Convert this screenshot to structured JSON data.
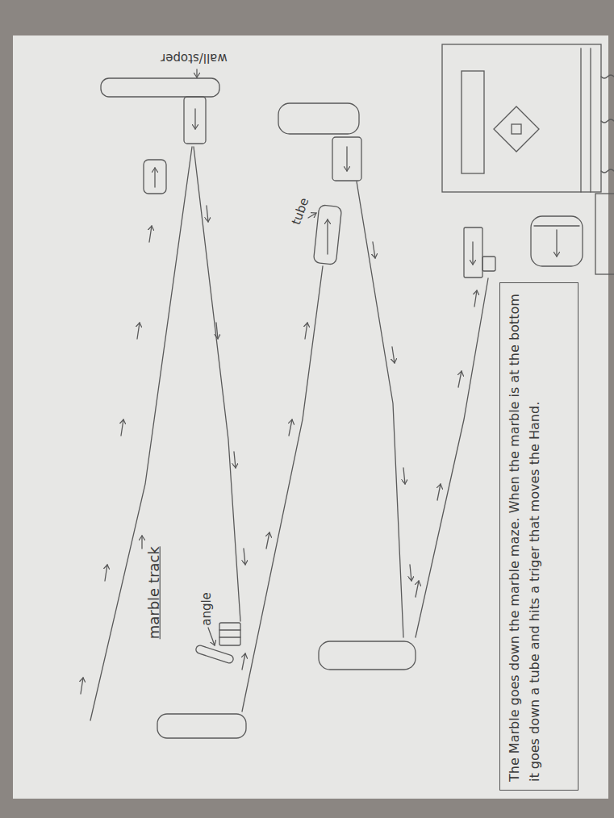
{
  "diagram": {
    "title": "marble track",
    "caption": "The Marble goes down the marble maze. When the marble is at the bottom it goes down a tube and hits a triger that moves the Hand.",
    "labels": [
      "angle",
      "tube",
      "wall/stoper"
    ]
  }
}
